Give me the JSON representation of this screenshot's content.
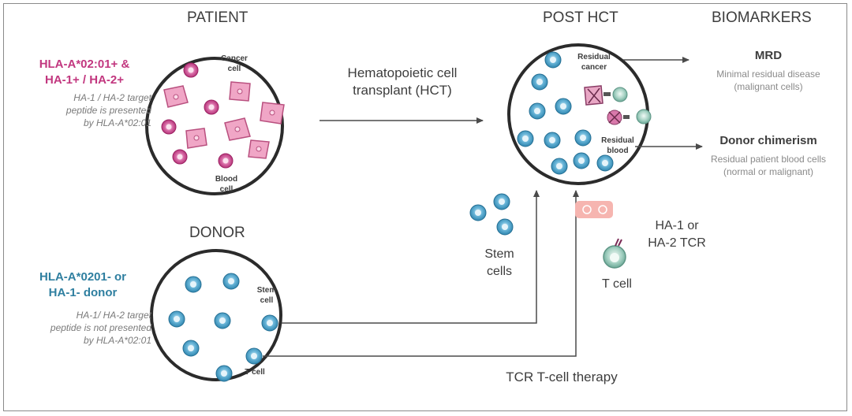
{
  "headers": {
    "patient": "PATIENT",
    "post_hct": "POST HCT",
    "biomarkers": "BIOMARKERS",
    "donor": "DONOR"
  },
  "patient": {
    "genotype_line1": "HLA-A*02:01+ &",
    "genotype_line2": "HA-1+ / HA-2+",
    "note_line1": "HA-1 / HA-2 target",
    "note_line2": "peptide is presented",
    "note_line3": "by HLA-A*02:01",
    "cancer_cell_line1": "Cancer",
    "cancer_cell_line2": "cell",
    "blood_cell_line1": "Blood",
    "blood_cell_line2": "cell"
  },
  "donor": {
    "genotype_line1": "HLA-A*0201- or",
    "genotype_line2": "HA-1- donor",
    "note_line1": "HA-1/ HA-2 target",
    "note_line2": "peptide is not presented",
    "note_line3": "by HLA-A*02:01",
    "stem_cell_line1": "Stem",
    "stem_cell_line2": "cell",
    "t_cell": "T cell"
  },
  "transplant": {
    "line1": "Hematopoietic cell",
    "line2": "transplant (HCT)"
  },
  "stem_cells": {
    "line1": "Stem",
    "line2": "cells"
  },
  "tcr": {
    "line1": "HA-1 or",
    "line2": "HA-2 TCR",
    "t_cell": "T cell",
    "therapy": "TCR T-cell therapy"
  },
  "post_hct": {
    "residual_cancer_line1": "Residual",
    "residual_cancer_line2": "cancer",
    "residual_blood_line1": "Residual",
    "residual_blood_line2": "blood"
  },
  "biomarkers": {
    "mrd_title": "MRD",
    "mrd_desc_line1": "Minimal residual disease",
    "mrd_desc_line2": "(malignant cells)",
    "chimerism_title": "Donor chimerism",
    "chimerism_desc_line1": "Residual patient blood cells",
    "chimerism_desc_line2": "(normal or malignant)"
  },
  "colors": {
    "magenta": "#c2377f",
    "teal": "#2f7fa0",
    "stem_blue": "#3f9fc8",
    "t_cell_green": "#7fb8a8",
    "cancer_pink": "#f0a6c6"
  }
}
